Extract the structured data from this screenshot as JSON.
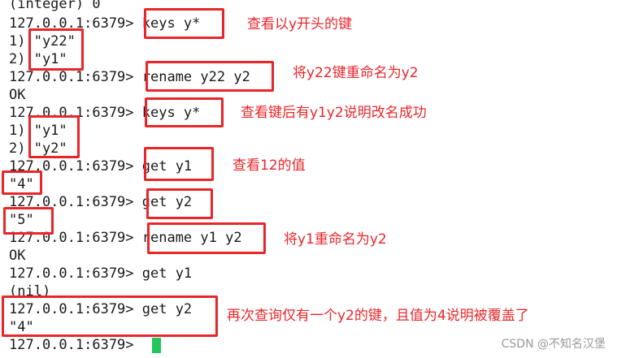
{
  "terminal": {
    "lines": [
      "(integer) 0",
      "127.0.0.1:6379> keys y*",
      "1) \"y22\"",
      "2) \"y1\"",
      "127.0.0.1:6379> rename y22 y2",
      "OK",
      "127.0.0.1:6379> keys y*",
      "1) \"y1\"",
      "2) \"y2\"",
      "127.0.0.1:6379> get y1",
      "\"4\"",
      "127.0.0.1:6379> get y2",
      "\"5\"",
      "127.0.0.1:6379> rename y1 y2",
      "OK",
      "127.0.0.1:6379> get y1",
      "(nil)",
      "127.0.0.1:6379> get y2",
      "\"4\"",
      "127.0.0.1:6379> "
    ]
  },
  "annotations": [
    "查看以y开头的键",
    "将y22键重命名为y2",
    "查看键后有y1y2说明改名成功",
    "查看12的值",
    "将y1重命名为y2",
    "再次查询仅有一个y2的键，且值为4说明被覆盖了"
  ],
  "watermark": "CSDN @不知名汉堡",
  "colors": {
    "annotation": "#e8262a",
    "cursor": "#22c55e",
    "text": "#1a1a1a"
  }
}
